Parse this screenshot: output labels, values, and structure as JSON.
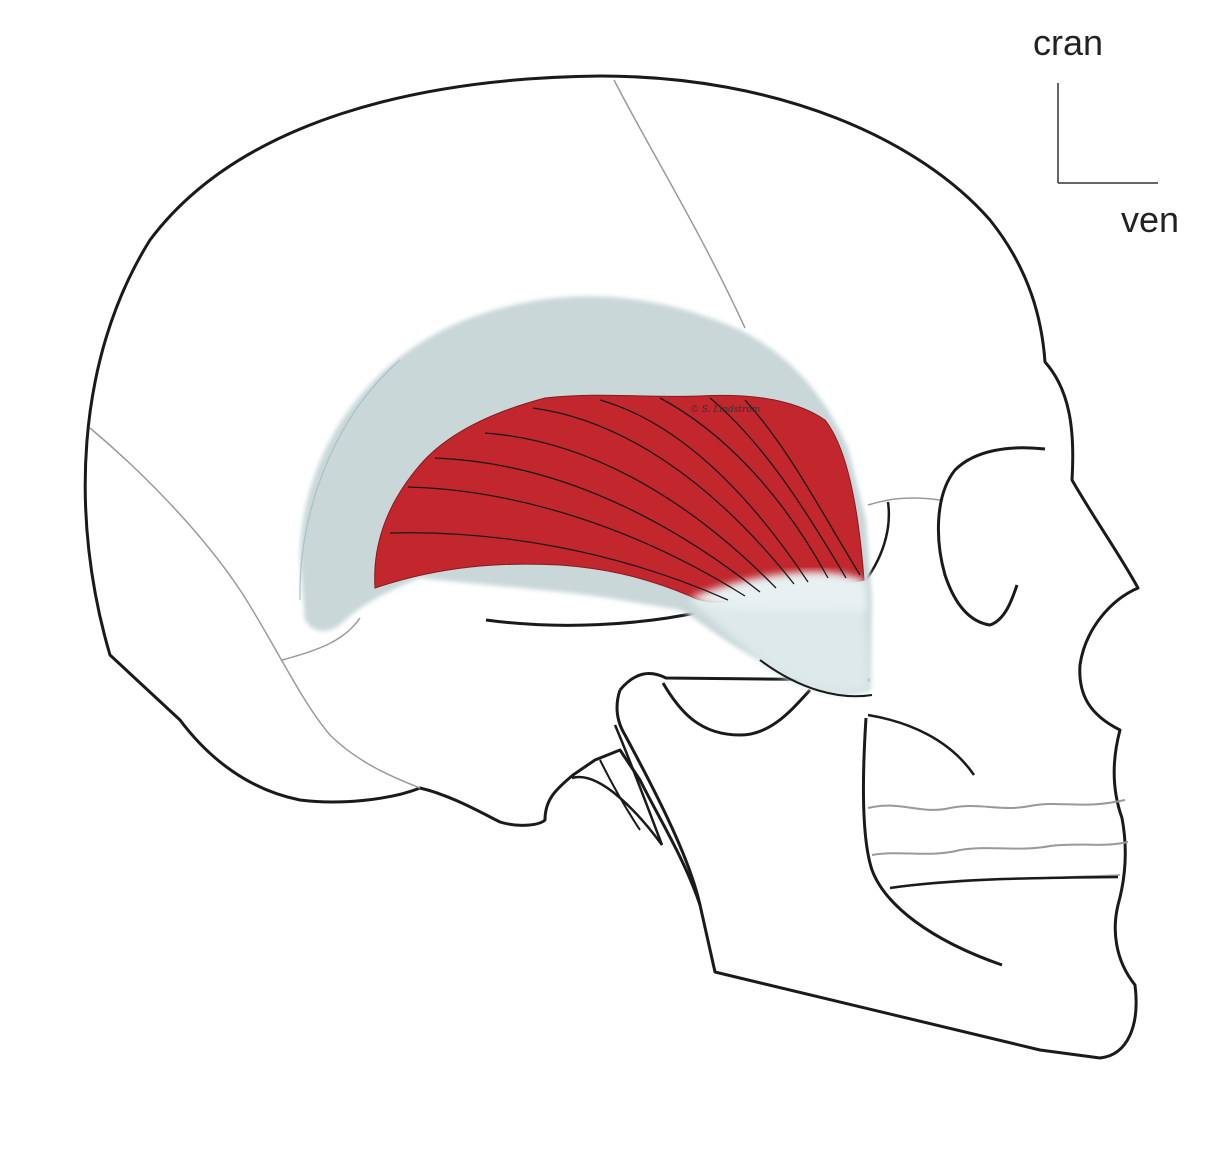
{
  "orientation": {
    "cranial_label": "cran",
    "ventral_label": "ven"
  },
  "signature": "© S. Lindstrom",
  "colors": {
    "outline": "#1a1a1a",
    "suture": "#9a9a9a",
    "muscle": "#c1272d",
    "fascia": "#c9d7d9",
    "fascia_light": "#dde9ea",
    "background": "#ffffff"
  }
}
